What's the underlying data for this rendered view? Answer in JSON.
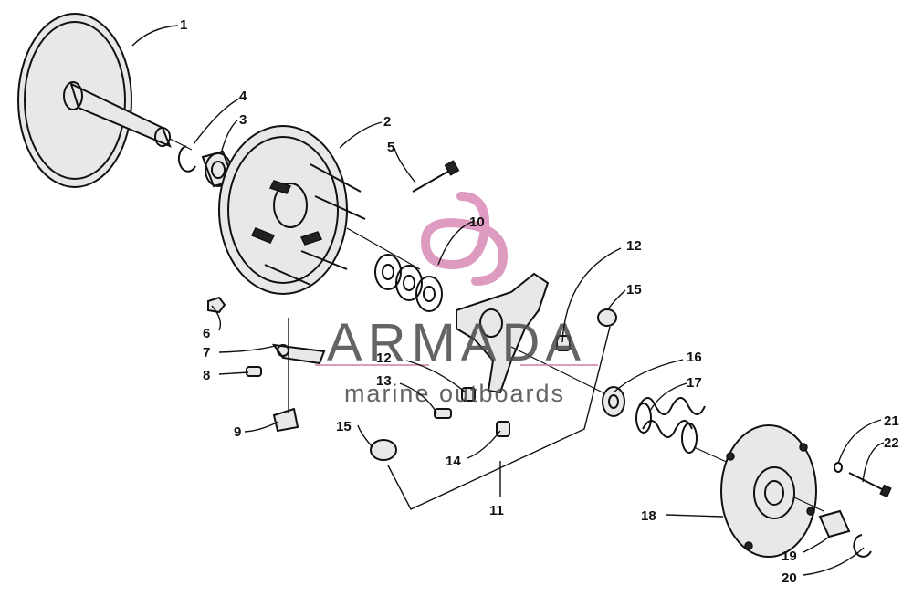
{
  "watermark": {
    "brand": "ARMADA",
    "tagline": "marine outboards",
    "text_color": "#4a4a4a",
    "accent_color": "#d98ab6"
  },
  "callouts": [
    "1",
    "2",
    "3",
    "4",
    "5",
    "6",
    "7",
    "8",
    "9",
    "10",
    "11",
    "12",
    "12",
    "13",
    "14",
    "15",
    "15",
    "16",
    "17",
    "18",
    "19",
    "20",
    "21",
    "22"
  ]
}
